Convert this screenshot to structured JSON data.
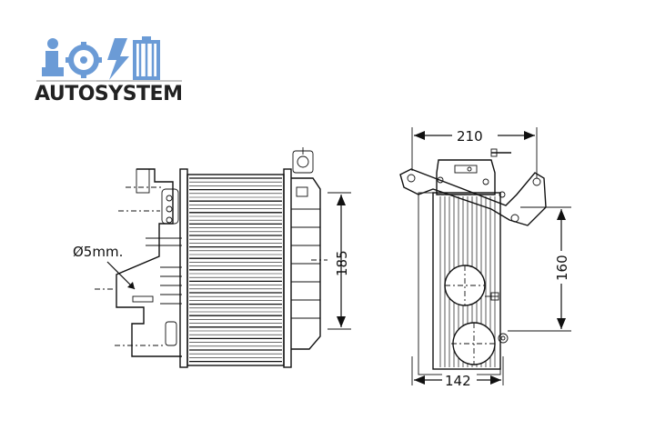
{
  "brand": {
    "name": "AUTOSYSTEM",
    "logo_icon_color": "#6b9bd6",
    "logo_text_color": "#222222"
  },
  "drawing": {
    "side_view": {
      "hole_label": "Ø5mm.",
      "height_label": "185"
    },
    "front_view": {
      "top_width_label": "210",
      "height_label": "160",
      "bottom_width_label": "142"
    }
  },
  "colors": {
    "line": "#111111",
    "background": "#ffffff"
  }
}
